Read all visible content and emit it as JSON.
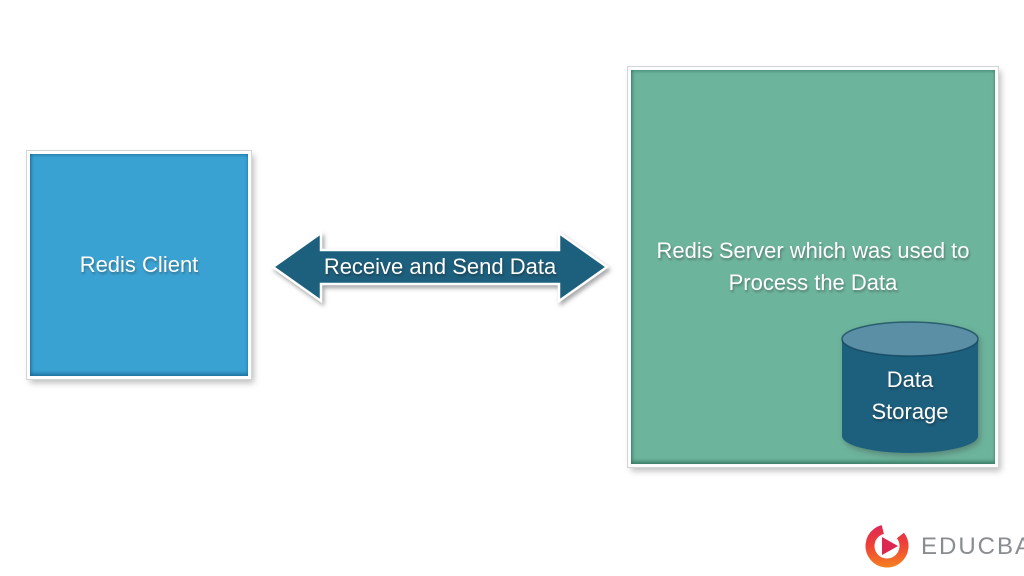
{
  "colors": {
    "canvas-bg": "#FFFFFF",
    "client-fill": "#3AA2D2",
    "server-fill": "#6DB49C",
    "teal-dark": "#1D607E",
    "cylinder-top": "#5A8FA6",
    "logo-red": "#DE2A53",
    "logo-magenta": "#DD2650",
    "logo-orange": "#F58220",
    "logo-text-gray": "#8A8D8F"
  },
  "client_box": {
    "label": "Redis Client"
  },
  "arrow": {
    "label": "Receive and Send Data"
  },
  "server_box": {
    "label_lines": [
      "Redis Server which was used to",
      "Process the Data"
    ]
  },
  "data_storage": {
    "label_lines": [
      "Data",
      "Storage"
    ]
  },
  "logo": {
    "text": "EDUCBA",
    "icon": "educba-play-swoosh-icon"
  }
}
